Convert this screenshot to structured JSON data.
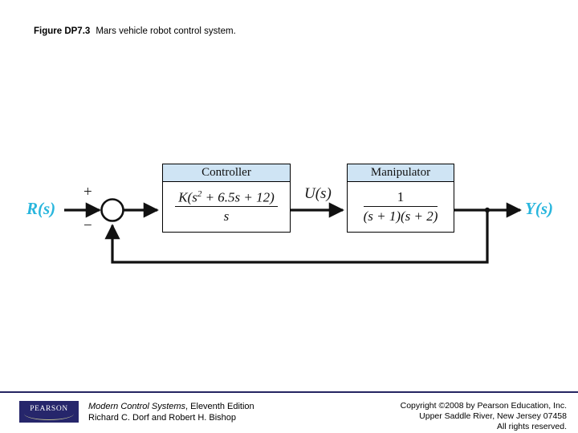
{
  "caption": {
    "figure_label": "Figure DP7.3",
    "figure_text": "Mars vehicle robot control system."
  },
  "diagram": {
    "input_label": "R(s)",
    "output_label": "Y(s)",
    "intermediate_label": "U(s)",
    "summing_junction": {
      "name": "summing-junction",
      "plus_sign": "+",
      "minus_sign": "−"
    },
    "blocks": [
      {
        "id": "controller",
        "header": "Controller",
        "numerator": "K(s² + 6.5s + 12)",
        "numerator_base": "K(s",
        "numerator_exp": "2",
        "numerator_rest": " + 6.5s + 12)",
        "denominator": "s",
        "transfer_function": "K(s^2 + 6.5s + 12)/s"
      },
      {
        "id": "manipulator",
        "header": "Manipulator",
        "numerator": "1",
        "denominator": "(s + 1)(s + 2)",
        "transfer_function": "1/((s + 1)(s + 2))"
      }
    ],
    "colors": {
      "signal_label": "#29b6dd",
      "block_header_fill": "#cfe4f4",
      "line": "#111111"
    }
  },
  "footer": {
    "logo_text": "PEARSON",
    "book_title": "Modern Control Systems",
    "book_edition": ", Eleventh Edition",
    "authors": "Richard C. Dorf and Robert H. Bishop",
    "copyright_line1": "Copyright ©2008 by Pearson Education, Inc.",
    "copyright_line2": "Upper Saddle River, New Jersey 07458",
    "copyright_line3": "All rights reserved."
  }
}
